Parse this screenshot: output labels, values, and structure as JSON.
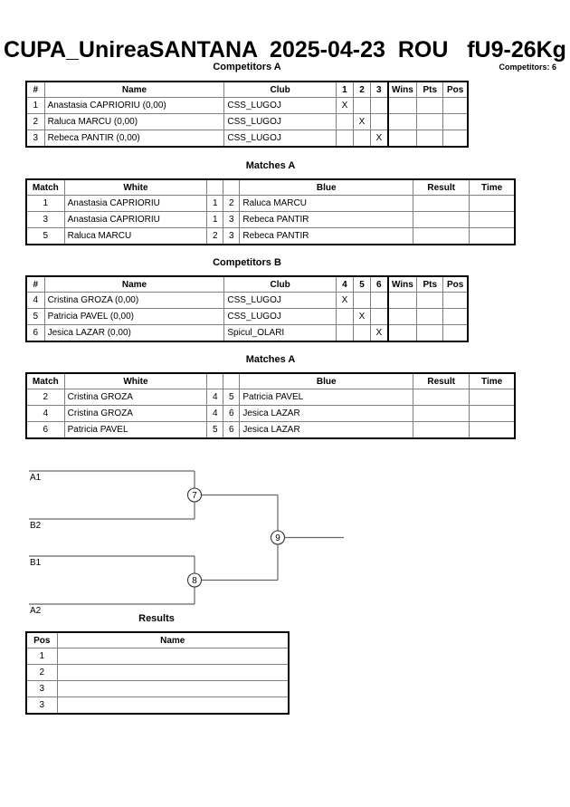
{
  "header": {
    "title": "CUPA_UnireaSANTANA  2025-04-23  ROU   fU9-26Kg",
    "competitors_count": "Competitors: 6"
  },
  "captions": {
    "competitors_a": "Competitors A",
    "matches_a": "Matches A",
    "competitors_b": "Competitors B",
    "matches_b": "Matches A",
    "results": "Results"
  },
  "competitors_table": {
    "headers": {
      "num": "#",
      "name": "Name",
      "club": "Club",
      "wins": "Wins",
      "pts": "Pts",
      "pos": "Pos"
    }
  },
  "matches_table": {
    "headers": {
      "match": "Match",
      "white": "White",
      "blue": "Blue",
      "result": "Result",
      "time": "Time"
    }
  },
  "results_table": {
    "headers": {
      "pos": "Pos",
      "name": "Name"
    },
    "rows": [
      {
        "pos": "1",
        "name": ""
      },
      {
        "pos": "2",
        "name": ""
      },
      {
        "pos": "3",
        "name": ""
      },
      {
        "pos": "3",
        "name": ""
      }
    ]
  },
  "group_a": {
    "round_headers": [
      "1",
      "2",
      "3"
    ],
    "competitors": [
      {
        "num": "1",
        "name": "Anastasia CAPRIORIU  (0,00)",
        "club": "CSS_LUGOJ",
        "marks": [
          "X",
          "",
          ""
        ],
        "wins": "",
        "pts": "",
        "pos": ""
      },
      {
        "num": "2",
        "name": "Raluca MARCU  (0,00)",
        "club": "CSS_LUGOJ",
        "marks": [
          "",
          "X",
          ""
        ],
        "wins": "",
        "pts": "",
        "pos": ""
      },
      {
        "num": "3",
        "name": "Rebeca PANTIR  (0,00)",
        "club": "CSS_LUGOJ",
        "marks": [
          "",
          "",
          "X"
        ],
        "wins": "",
        "pts": "",
        "pos": ""
      }
    ],
    "matches": [
      {
        "match": "1",
        "white": "Anastasia CAPRIORIU",
        "white_num": "1",
        "blue_num": "2",
        "blue": "Raluca MARCU",
        "result": "",
        "time": ""
      },
      {
        "match": "3",
        "white": "Anastasia CAPRIORIU",
        "white_num": "1",
        "blue_num": "3",
        "blue": "Rebeca PANTIR",
        "result": "",
        "time": ""
      },
      {
        "match": "5",
        "white": "Raluca MARCU",
        "white_num": "2",
        "blue_num": "3",
        "blue": "Rebeca PANTIR",
        "result": "",
        "time": ""
      }
    ]
  },
  "group_b": {
    "round_headers": [
      "4",
      "5",
      "6"
    ],
    "competitors": [
      {
        "num": "4",
        "name": "Cristina GROZA  (0,00)",
        "club": "CSS_LUGOJ",
        "marks": [
          "X",
          "",
          ""
        ],
        "wins": "",
        "pts": "",
        "pos": ""
      },
      {
        "num": "5",
        "name": "Patricia PAVEL  (0,00)",
        "club": "CSS_LUGOJ",
        "marks": [
          "",
          "X",
          ""
        ],
        "wins": "",
        "pts": "",
        "pos": ""
      },
      {
        "num": "6",
        "name": "Jesica LAZAR  (0,00)",
        "club": "Spicul_OLARI",
        "marks": [
          "",
          "",
          "X"
        ],
        "wins": "",
        "pts": "",
        "pos": ""
      }
    ],
    "matches": [
      {
        "match": "2",
        "white": "Cristina GROZA",
        "white_num": "4",
        "blue_num": "5",
        "blue": "Patricia PAVEL",
        "result": "",
        "time": ""
      },
      {
        "match": "4",
        "white": "Cristina GROZA",
        "white_num": "4",
        "blue_num": "6",
        "blue": "Jesica LAZAR",
        "result": "",
        "time": ""
      },
      {
        "match": "6",
        "white": "Patricia PAVEL",
        "white_num": "5",
        "blue_num": "6",
        "blue": "Jesica LAZAR",
        "result": "",
        "time": ""
      }
    ]
  },
  "bracket": {
    "seeds": [
      {
        "label": "A1"
      },
      {
        "label": "B2"
      },
      {
        "label": "B1"
      },
      {
        "label": "A2"
      }
    ],
    "nodes": [
      {
        "label": "7"
      },
      {
        "label": "8"
      },
      {
        "label": "9"
      }
    ],
    "line_color": "#666666"
  }
}
